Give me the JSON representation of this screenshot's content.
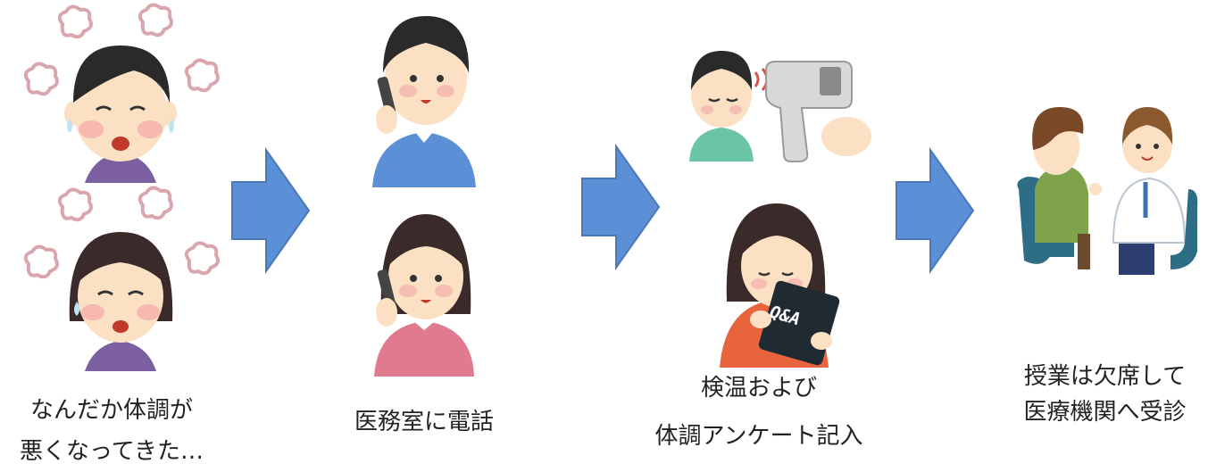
{
  "steps": [
    {
      "caption_lines": [
        "なんだか体調が",
        "悪くなってきた…"
      ],
      "illustrations": [
        "sick-man-illustration",
        "sick-woman-illustration"
      ]
    },
    {
      "caption_lines": [
        "医務室に電話"
      ],
      "illustrations": [
        "man-on-phone-illustration",
        "woman-on-phone-illustration"
      ]
    },
    {
      "caption_lines": [
        "検温および",
        "体調アンケート記入"
      ],
      "illustrations": [
        "temperature-check-illustration",
        "woman-questionnaire-illustration"
      ],
      "clipboard_label": "Q&A"
    },
    {
      "caption_lines": [
        "授業は欠席して",
        "医療機関へ受診"
      ],
      "illustrations": [
        "doctor-consultation-illustration"
      ]
    }
  ],
  "arrows": [
    "flow-arrow",
    "flow-arrow",
    "flow-arrow"
  ],
  "colors": {
    "arrow": "#5b8fd6",
    "arrow_stroke": "#4a78b8",
    "skin": "#fbe0c3",
    "hair": "#2a2a2a",
    "steam": "#d9a6ae"
  }
}
